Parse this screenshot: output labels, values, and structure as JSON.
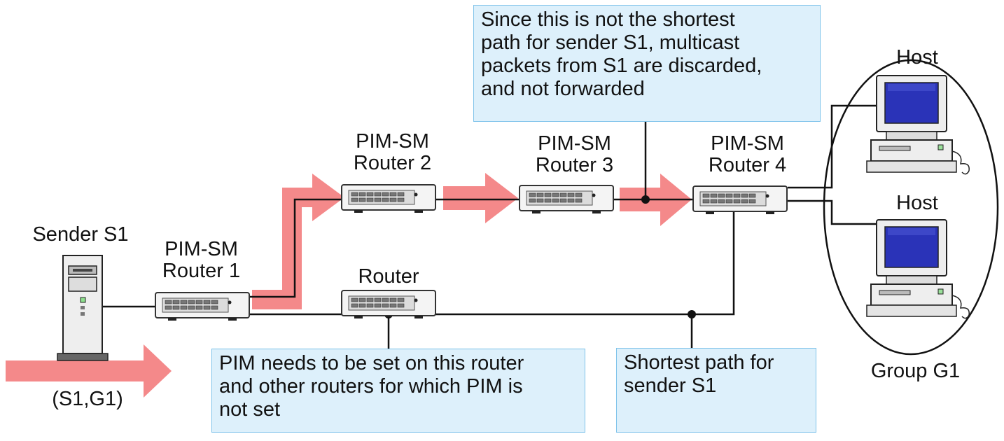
{
  "labels": {
    "sender": "Sender S1",
    "router1": "PIM-SM\nRouter 1",
    "router2": "PIM-SM\nRouter 2",
    "router3": "PIM-SM\nRouter 3",
    "router4": "PIM-SM\nRouter 4",
    "router_plain": "Router",
    "host_top": "Host",
    "host_bottom": "Host",
    "group": "Group G1",
    "flow": "(S1,G1)"
  },
  "callouts": {
    "not_shortest": "Since this is not the shortest\npath for sender S1, multicast\npackets from S1 are discarded,\nand not forwarded",
    "pim_needed": "PIM needs to be set on this router\nand other routers for which PIM is\nnot set",
    "shortest": "Shortest path for\nsender S1"
  },
  "colors": {
    "arrow": "#f4898a",
    "callout_fill": "#ddf0fb",
    "callout_border": "#7fc3ea",
    "screen": "#2a33b8"
  }
}
